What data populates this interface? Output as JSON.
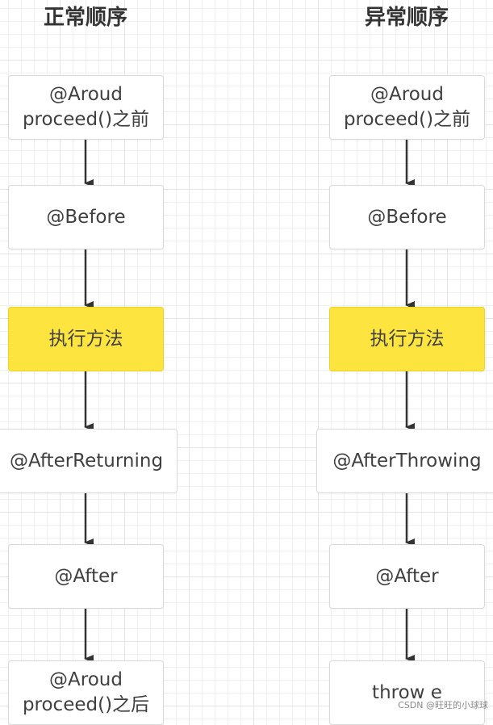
{
  "titles": {
    "normal": "正常顺序",
    "exception": "异常顺序"
  },
  "normal_flow": [
    {
      "line1": "@Aroud",
      "line2": "proceed()之前"
    },
    {
      "line1": "@Before",
      "line2": ""
    },
    {
      "line1": "执行方法",
      "line2": ""
    },
    {
      "line1": "@AfterReturning",
      "line2": ""
    },
    {
      "line1": "@After",
      "line2": ""
    },
    {
      "line1": "@Aroud",
      "line2": "proceed()之后"
    }
  ],
  "exception_flow": [
    {
      "line1": "@Aroud",
      "line2": "proceed()之前"
    },
    {
      "line1": "@Before",
      "line2": ""
    },
    {
      "line1": "执行方法",
      "line2": ""
    },
    {
      "line1": "@AfterThrowing",
      "line2": ""
    },
    {
      "line1": "@After",
      "line2": ""
    },
    {
      "line1": "throw e",
      "line2": ""
    }
  ],
  "highlight_color": "#fde43f",
  "watermark": "CSDN @旺旺的小球球"
}
